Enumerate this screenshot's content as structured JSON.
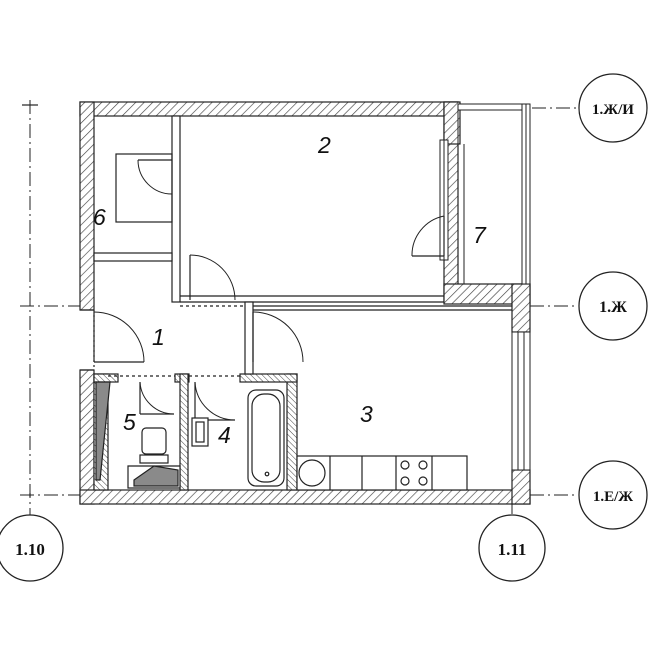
{
  "rooms": {
    "r1": "1",
    "r2": "2",
    "r3": "3",
    "r4": "4",
    "r5": "5",
    "r6": "6",
    "r7": "7"
  },
  "axes": {
    "ax_zh_i": "1.Ж/И",
    "ax_zh": "1.Ж",
    "ax_e_zh": "1.Е/Ж",
    "ax_110": "1.10",
    "ax_111": "1.11"
  },
  "colors": {
    "wall_hatch": "#444444",
    "line": "#222222",
    "fill_dark": "#8a8a8a"
  }
}
